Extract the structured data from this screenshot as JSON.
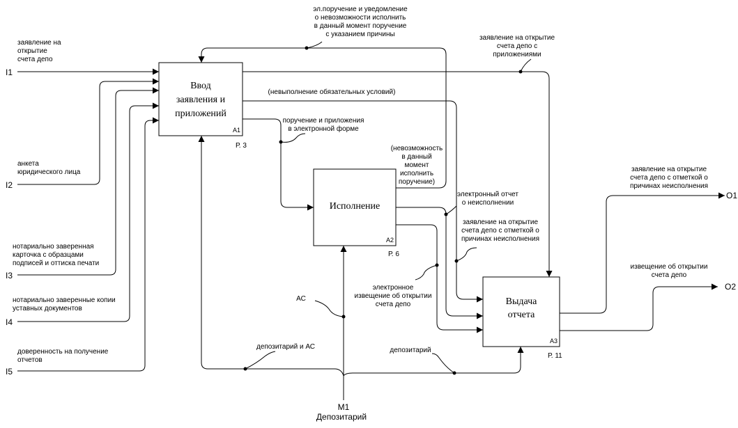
{
  "boxes": [
    {
      "id": "A1",
      "lines": [
        "Ввод",
        "заявления и",
        "приложений"
      ],
      "ref": "Р. 3"
    },
    {
      "id": "A2",
      "lines": [
        "Исполнение"
      ],
      "ref": "Р. 6"
    },
    {
      "id": "A3",
      "lines": [
        "Выдача",
        "отчета"
      ],
      "ref": "Р. 11"
    }
  ],
  "inputs": [
    {
      "code": "I1",
      "label": [
        "заявление на",
        "открытие",
        "счета депо"
      ]
    },
    {
      "code": "I2",
      "label": [
        "анкета",
        "юридического лица"
      ]
    },
    {
      "code": "I3",
      "label": [
        "нотариально заверенная",
        "карточка с образцами",
        "подписей и оттиска печати"
      ]
    },
    {
      "code": "I4",
      "label": [
        "нотариально заверенные копии",
        "уставных документов"
      ]
    },
    {
      "code": "I5",
      "label": [
        "доверенность на получение",
        "отчетов"
      ]
    }
  ],
  "outputs": [
    {
      "code": "O1",
      "label": [
        "заявление на открытие",
        "счета депо с отметкой о",
        "причинах неисполнения"
      ]
    },
    {
      "code": "O2",
      "label": [
        "извещение об открытии",
        "счета депо"
      ]
    }
  ],
  "mechanism": {
    "code": "M1",
    "label": "Депозитарий"
  },
  "arrow_labels": {
    "feedback_top": [
      "эл.поручение и уведомление",
      "о невозможности исполнить",
      "в данный момент поручение",
      "с указанием причины"
    ],
    "a1_to_a3": [
      "заявление на открытие",
      "счета депо с",
      "приложениями"
    ],
    "not_fulfilled": "(невыполнение обязательных условий)",
    "order": [
      "поручение и приложения",
      "в электронной форме"
    ],
    "impossible": [
      "(невозможность",
      "в данный",
      "момент",
      "исполнить",
      "поручение)"
    ],
    "e_report": [
      "электронный отчет",
      "о неисполнении"
    ],
    "app_mark": [
      "заявление на открытие",
      "счета депо с отметкой о",
      "причинах неисполнения"
    ],
    "e_notice": [
      "электронное",
      "извещение об открытии",
      "счета депо"
    ],
    "as": "АС",
    "dep_as": "депозитарий и АС",
    "dep": "депозитарий"
  }
}
